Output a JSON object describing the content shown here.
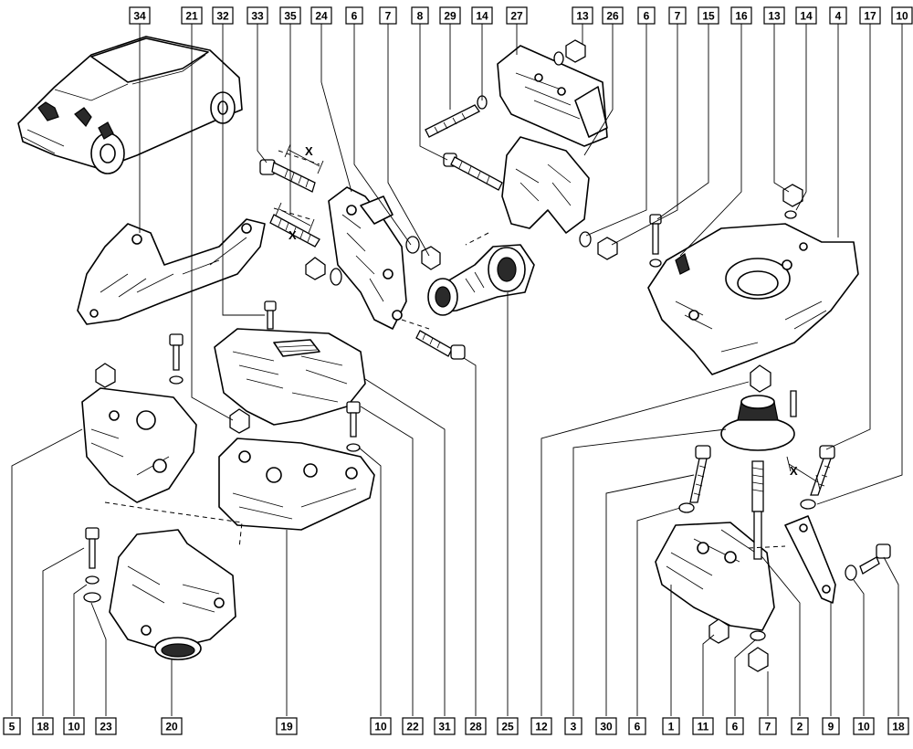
{
  "diagram": {
    "top_callouts": [
      "34",
      "21",
      "32",
      "33",
      "35",
      "24",
      "6",
      "7",
      "8",
      "29",
      "14",
      "27",
      "13",
      "26",
      "6",
      "7",
      "15",
      "16",
      "13",
      "14",
      "4",
      "17",
      "10"
    ],
    "bottom_callouts": [
      "5",
      "18",
      "10",
      "23",
      "20",
      "19",
      "10",
      "22",
      "31",
      "28",
      "25",
      "12",
      "3",
      "30",
      "6",
      "1",
      "11",
      "6",
      "7",
      "2",
      "9",
      "10",
      "18"
    ],
    "dimension_marks": [
      "X",
      "X",
      "X"
    ],
    "colors": {
      "line": "#000000",
      "background": "#ffffff"
    }
  }
}
